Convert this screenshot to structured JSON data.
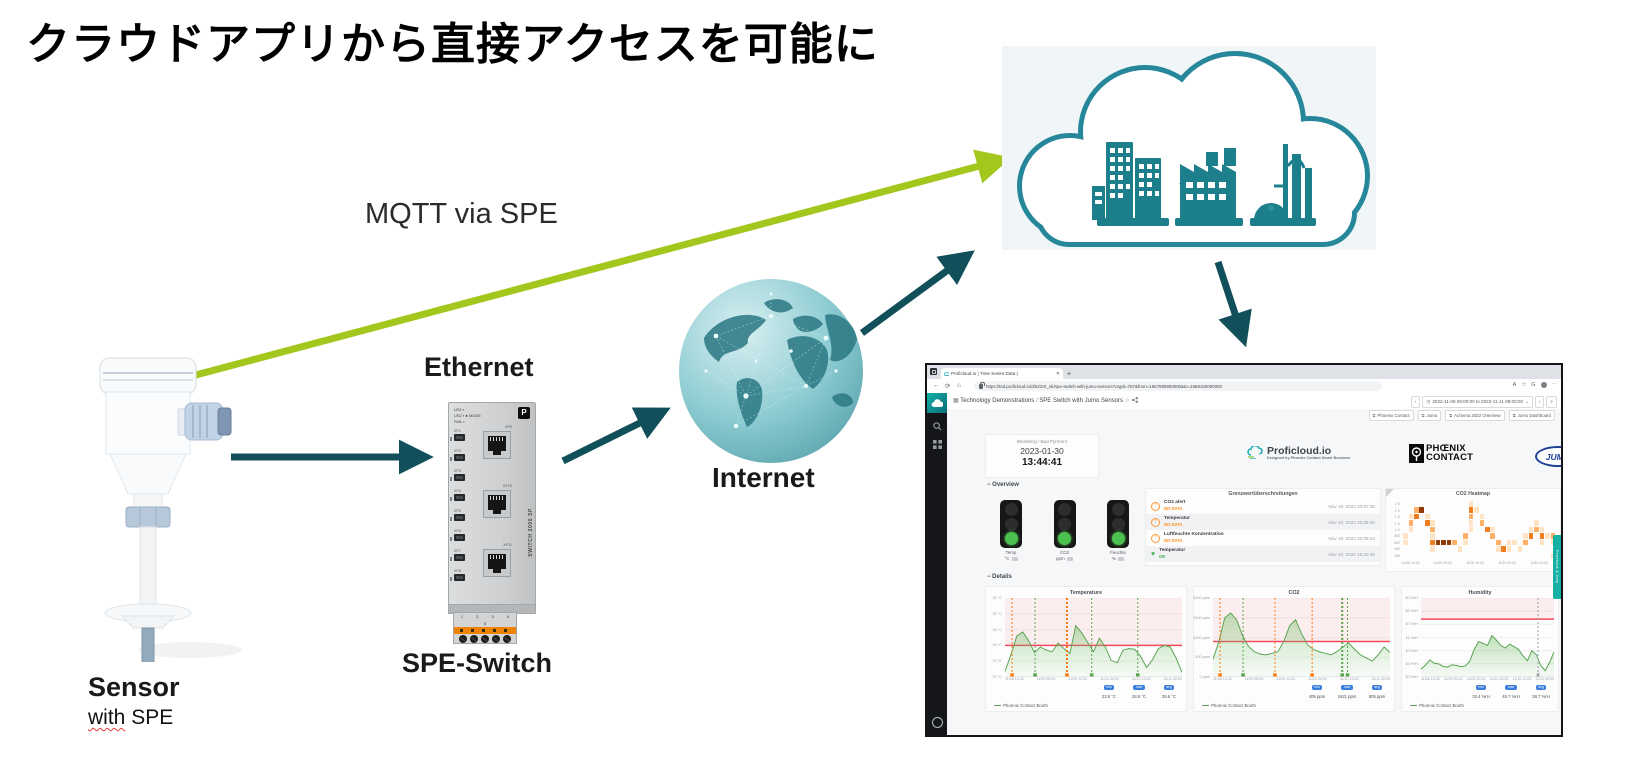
{
  "slide": {
    "title": "クラウドアプリから直接アクセスを可能に",
    "labels": {
      "mqtt": "MQTT via  SPE",
      "ethernet": "Ethernet",
      "internet": "Internet",
      "sensor": "Sensor",
      "sensor_sub_word": "with",
      "sensor_sub_rest": " SPE",
      "switch": "SPE-Switch"
    },
    "colors": {
      "arrow_green": "#a4c71d",
      "arrow_teal": "#11505a",
      "cloud_teal": "#26879a",
      "building_teal": "#1d7f8c"
    }
  },
  "switch_device": {
    "led_labels": [
      "US1",
      "US2",
      "FAIL"
    ],
    "mode_label": "MODE",
    "spe_ports": [
      "XF1",
      "XF2",
      "XF3",
      "XF4",
      "XF5",
      "XF6",
      "XF7",
      "XF8"
    ],
    "rj45_ports": [
      "XF9",
      "XF10",
      "XF11"
    ],
    "model": "SWITCH 2000 SP",
    "terminal_pins": "1 2 3 4 5",
    "logo_letter": "P"
  },
  "browser": {
    "tab_title": "Proficloud.io | Time Series Data |",
    "close_tab": "✕",
    "new_tab": "+",
    "back": "←",
    "refresh": "⟳",
    "home": "⌂",
    "url": "https://tsd.proficloud.io/d/tIZ2IX_nk/spe-switch-with-jumo-sensors?orgId=767&from=1667890800000&to=1668150000000",
    "right_icons": [
      "A",
      "☆",
      "G"
    ],
    "menu_dots": "⋯"
  },
  "dashboard": {
    "breadcrumb_section": "Technology Demonstrations",
    "breadcrumb_sep": " / ",
    "breadcrumb_page": "SPE Switch with Jumo Sensors",
    "star": "☆",
    "time_range": "2022-11-08 08:00:00 to 2022-11-11 08:00:00",
    "time_prev": "‹",
    "time_next": "›",
    "time_caret": "⌄",
    "clock_icon_glyph": "◷",
    "zoom_glyph": "⌕",
    "links": [
      "Phoenix Contact",
      "Jumo",
      "Achema 2022 Overview",
      "Jumo Dashboard"
    ],
    "clock": {
      "location": "Blomberg / Bad Pyrmont",
      "date": "2023-01-30",
      "time": "13:44:41"
    },
    "sections": {
      "overview": "−  Overview",
      "details": "−  Details"
    },
    "traffic_lights": [
      {
        "name": "Temp",
        "unit": "°C"
      },
      {
        "name": "CO2",
        "unit": "ppm"
      },
      {
        "name": "Feuchte",
        "unit": "%"
      }
    ],
    "logos": {
      "proficloud": "Proficloud.io",
      "proficloud_sub": "Designed by Phoenix Contact Smart Business",
      "phoenix_line1": "PHŒNIX",
      "phoenix_line2": "CONTACT",
      "jumo": "JUMO"
    },
    "alerts": {
      "title": "Grenzwertüberschreitungen",
      "items": [
        {
          "title": "CO2 alert",
          "status": "NO DATA",
          "time": "Nov 10, 2022 20:07:36",
          "level": "warn"
        },
        {
          "title": "Temperatur",
          "status": "NO DATA",
          "time": "Nov 10, 2022 20:06:36",
          "level": "warn"
        },
        {
          "title": "Luftfeuchte Konzentration",
          "status": "NO DATA",
          "time": "Nov 10, 2022 20:06:24",
          "level": "warn"
        },
        {
          "title": "Temperatur",
          "status": "OK",
          "time": "Nov 10, 2022 15:29:45",
          "level": "ok"
        }
      ]
    },
    "stat_badges": [
      "min",
      "max",
      "avg"
    ],
    "series_legend": "Phoenix Contact Booth",
    "feedback_tab": "Feedback & Help"
  },
  "chart_data": [
    {
      "type": "area",
      "title": "Temperature",
      "ylabel_unit": "°C",
      "ylim": [
        22,
        32
      ],
      "y_ticks": [
        "32 °C",
        "30 °C",
        "28 °C",
        "26 °C",
        "24 °C",
        "22 °C"
      ],
      "threshold": 26,
      "x_labels": [
        "11/08 12:00",
        "11/09 00:00",
        "11/09 12:00",
        "11/10 00:00",
        "11/10 12:00",
        "11/11 00:00"
      ],
      "values": [
        22.7,
        24.8,
        27.2,
        27.7,
        26.6,
        25.1,
        25.8,
        25.4,
        25.2,
        26.3,
        25.6,
        25.0,
        28.5,
        27.6,
        26.4,
        25.2,
        26.9,
        25.8,
        24.1,
        23.8,
        25.4,
        25.6,
        25.5,
        24.6,
        23.2,
        24.2,
        25.6,
        26.0,
        25.8,
        24.4,
        22.6
      ],
      "stats": [
        "22.6 °C",
        "28.5 °C",
        "25.6 °C"
      ],
      "series_name": "Phoenix Contact Booth",
      "annotations": [
        {
          "x": 0.04,
          "color": "#ff780a",
          "w": 1
        },
        {
          "x": 0.17,
          "color": "#56a64b",
          "w": 1
        },
        {
          "x": 0.35,
          "color": "#ff780a",
          "w": 2
        },
        {
          "x": 0.49,
          "color": "#56a64b",
          "w": 1
        },
        {
          "x": 0.75,
          "color": "#56a64b",
          "w": 1
        }
      ]
    },
    {
      "type": "area",
      "title": "CO2",
      "ylabel_unit": "ppm",
      "ylim": [
        0,
        2000
      ],
      "y_ticks": [
        "2000 ppm",
        "1500 ppm",
        "1000 ppm",
        "500 ppm",
        "0 ppm"
      ],
      "threshold": 900,
      "x_labels": [
        "11/08 12:00",
        "11/09 00:00",
        "11/09 12:00",
        "11/10 00:00",
        "11/10 12:00",
        "11/11 00:00"
      ],
      "values": [
        450,
        900,
        1500,
        1621,
        1450,
        1050,
        780,
        640,
        580,
        560,
        600,
        640,
        900,
        1300,
        1450,
        1100,
        820,
        700,
        640,
        600,
        560,
        640,
        760,
        860,
        700,
        560,
        480,
        405,
        560,
        760,
        620
      ],
      "stats": [
        "405 ppm",
        "1621 ppm",
        "805 ppm"
      ],
      "series_name": "Phoenix Contact Booth",
      "annotations": [
        {
          "x": 0.04,
          "color": "#ff780a",
          "w": 1
        },
        {
          "x": 0.17,
          "color": "#56a64b",
          "w": 1
        },
        {
          "x": 0.35,
          "color": "#ff780a",
          "w": 1
        },
        {
          "x": 0.56,
          "color": "#ff780a",
          "w": 1
        },
        {
          "x": 0.73,
          "color": "#56a64b",
          "w": 2
        },
        {
          "x": 0.76,
          "color": "#56a64b",
          "w": 1
        }
      ]
    },
    {
      "type": "area",
      "title": "Humidity",
      "ylabel_unit": "%rH",
      "ylim": [
        30,
        60
      ],
      "y_ticks": [
        "60 %rH",
        "55 %rH",
        "50 %rH",
        "45 %rH",
        "40 %rH",
        "35 %rH",
        "30 %rH"
      ],
      "threshold": 52,
      "x_labels": [
        "11/08 12:00",
        "11/09 00:00",
        "11/09 12:00",
        "11/10 00:00",
        "11/10 12:00",
        "11/11 00:00"
      ],
      "values": [
        33.0,
        34.5,
        36.5,
        35.2,
        35.0,
        34.0,
        33.8,
        34.6,
        34.4,
        33.9,
        34.2,
        36.0,
        40.5,
        43.5,
        42.8,
        42.0,
        45.7,
        44.0,
        42.0,
        41.0,
        42.5,
        41.5,
        40.5,
        38.0,
        36.2,
        40.0,
        38.5,
        34.5,
        32.4,
        35.5,
        39.5
      ],
      "stats": [
        "32.4 %rH",
        "45.7 %rH",
        "38.7 %rH"
      ],
      "series_name": "Phoenix Contact Booth",
      "annotations": [
        {
          "x": 0.88,
          "color": "#9aa0a6",
          "w": 1
        }
      ]
    },
    {
      "type": "heatmap",
      "title": "CO2 Heatmap",
      "y_ticks": [
        "2 K",
        "2 K",
        "1 K",
        "1 K",
        "1 K",
        "800",
        "600",
        "400",
        "200"
      ],
      "x_labels": [
        "11/08 12:00",
        "11/09 00:00",
        "11/09 12:00",
        "11/10 00:00",
        "11/10 12:00"
      ],
      "rows": [
        "............1...............",
        "..24........31..............",
        ".13.1.......2.1.............",
        ".2..31......1.2.........1...",
        ".1...2......1..31......121..",
        "1....1.....2....2.....13.312",
        "1....34442.1.....2.11.2..1.1",
        ".....1....1......131.1......",
        "...........................1"
      ],
      "palette": [
        "#ffe3c2",
        "#ffb066",
        "#ee7d1e",
        "#8f3a03"
      ]
    }
  ]
}
